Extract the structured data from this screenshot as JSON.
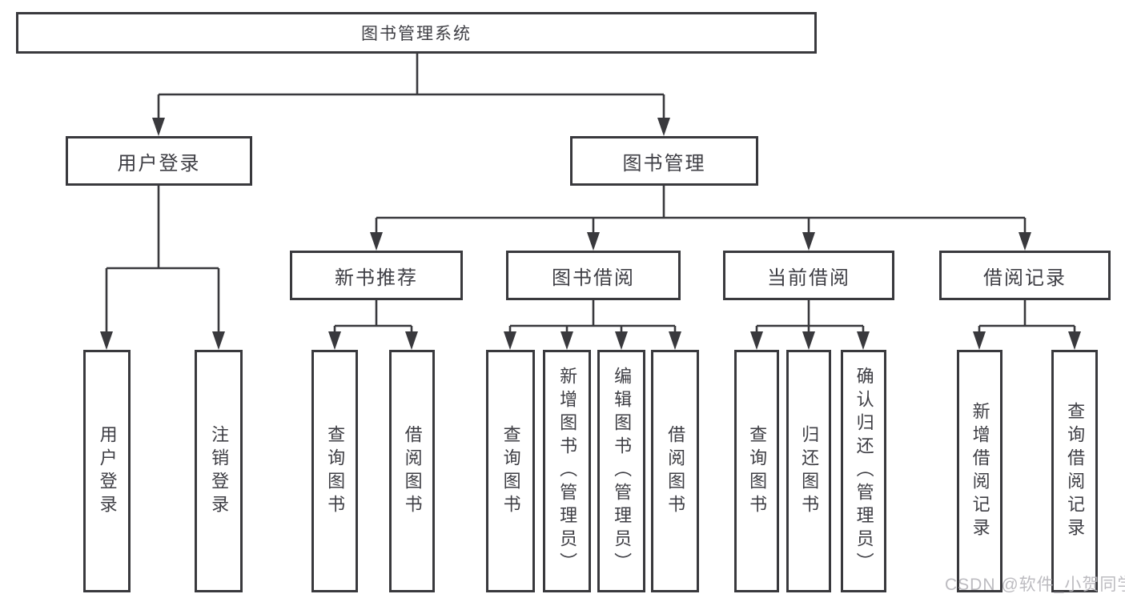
{
  "diagram": {
    "root": {
      "label": "图书管理系统"
    },
    "level2": {
      "user_login": {
        "label": "用户登录"
      },
      "book_management": {
        "label": "图书管理"
      }
    },
    "level3": {
      "new_book_recommend": {
        "label": "新书推荐"
      },
      "book_borrowing": {
        "label": "图书借阅"
      },
      "current_borrowing": {
        "label": "当前借阅"
      },
      "borrowing_records": {
        "label": "借阅记录"
      }
    },
    "leaves": {
      "user_login": {
        "label": "用户登录"
      },
      "logout": {
        "label": "注销登录"
      },
      "query_books_recommend": {
        "label": "查询图书"
      },
      "borrow_books_recommend": {
        "label": "借阅图书"
      },
      "query_books_borrowing": {
        "label": "查询图书"
      },
      "add_books_admin": {
        "label": "新增图书（管理员）"
      },
      "edit_books_admin": {
        "label": "编辑图书（管理员）"
      },
      "borrow_books_borrowing": {
        "label": "借阅图书"
      },
      "query_books_current": {
        "label": "查询图书"
      },
      "return_books": {
        "label": "归还图书"
      },
      "confirm_return_admin": {
        "label": "确认归还（管理员）"
      },
      "add_borrow_record": {
        "label": "新增借阅记录"
      },
      "query_borrow_record": {
        "label": "查询借阅记录"
      }
    },
    "watermark": "CSDN @软件_小贺同学",
    "colors": {
      "line": "#39393d",
      "box_border": "#39393d",
      "text": "#3e3e44",
      "watermark": "#b7b6bb",
      "background": "#ffffff"
    }
  }
}
